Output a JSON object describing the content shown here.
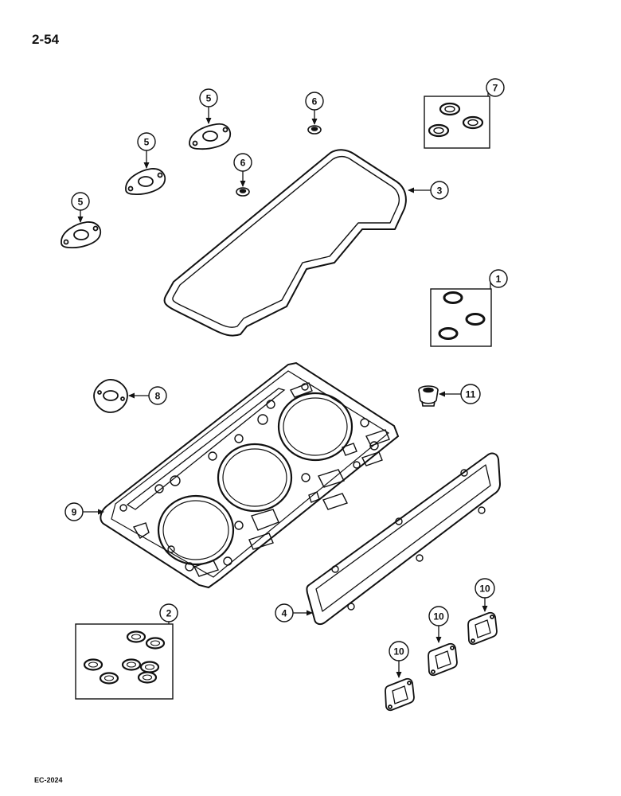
{
  "page_number": "2-54",
  "figure_code": "EC-2024",
  "callouts": [
    "5",
    "5",
    "5",
    "6",
    "6",
    "7",
    "3",
    "1",
    "8",
    "11",
    "9",
    "4",
    "2",
    "10",
    "10",
    "10"
  ],
  "colors": {
    "ink": "#111111",
    "paper": "#ffffff"
  }
}
